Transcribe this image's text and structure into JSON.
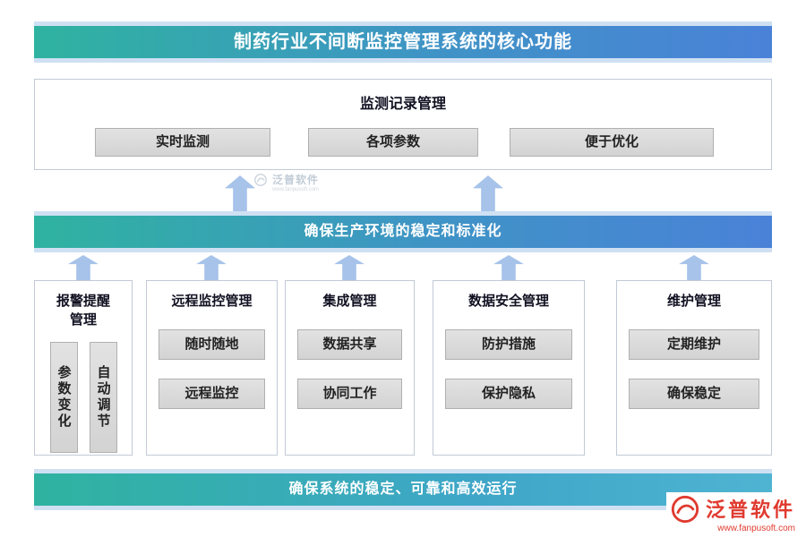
{
  "title": "制药行业不间断监控管理系统的核心功能",
  "top_box": {
    "title": "监测记录管理",
    "items": [
      "实时监测",
      "各项参数",
      "便于优化"
    ]
  },
  "middle_banner": {
    "label": "确保生产环境的稳定和标准化"
  },
  "modules": [
    {
      "title": "报警提醒管理",
      "items": [
        "参数变化",
        "自动调节"
      ]
    },
    {
      "title": "远程监控管理",
      "items": [
        "随时随地",
        "远程监控"
      ]
    },
    {
      "title": "集成管理",
      "items": [
        "数据共享",
        "协同工作"
      ]
    },
    {
      "title": "数据安全管理",
      "items": [
        "防护措施",
        "保护隐私"
      ]
    },
    {
      "title": "维护管理",
      "items": [
        "定期维护",
        "确保稳定"
      ]
    }
  ],
  "bottom_banner": {
    "label": "确保系统的稳定、可靠和高效运行"
  },
  "watermark": {
    "name": "泛普软件",
    "subtext": "www.fanpusoft.com"
  },
  "logo": {
    "name": "泛普软件",
    "url": "www.fanpusoft.com"
  },
  "colors": {
    "banner_gradient_start": "#2fb3a0",
    "banner_gradient_end": "#4a82d8",
    "banner_outer_strip": "#cfe0f3",
    "arrow_blue": "#a7c3ea",
    "button_gray": "#d9d9d9",
    "box_border": "#c2cad6",
    "logo_red": "#e03a2f"
  }
}
